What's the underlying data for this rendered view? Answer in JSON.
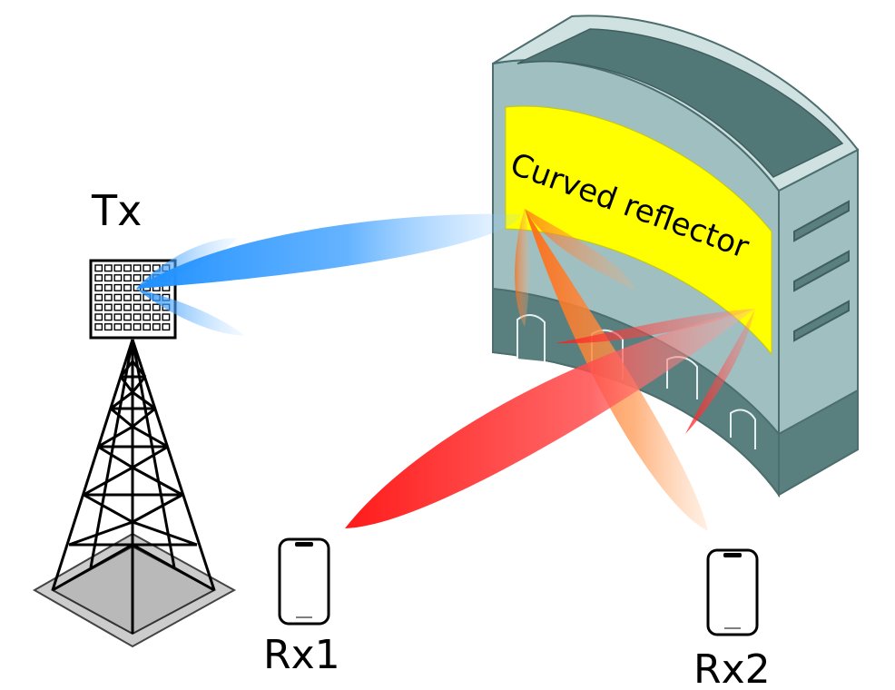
{
  "labels": {
    "transmitter": "Tx",
    "reflector": "Curved reflector",
    "receiver_1": "Rx1",
    "receiver_2": "Rx2"
  },
  "colors": {
    "incident_beam": "#1e90ff",
    "reflected_beam_rx1": "#ff1a1a",
    "reflected_beam_rx2": "#ff6a10",
    "reflector_surface": "#ffff00",
    "building_facade": "#9fbfc0",
    "building_roof": "#527777",
    "building_trim": "#cfe1e1",
    "ground_pad": "#cccccc"
  },
  "icons": {
    "antenna": "antenna-array-icon",
    "tower": "lattice-tower-icon",
    "building": "building-icon",
    "phone": "smartphone-icon"
  }
}
